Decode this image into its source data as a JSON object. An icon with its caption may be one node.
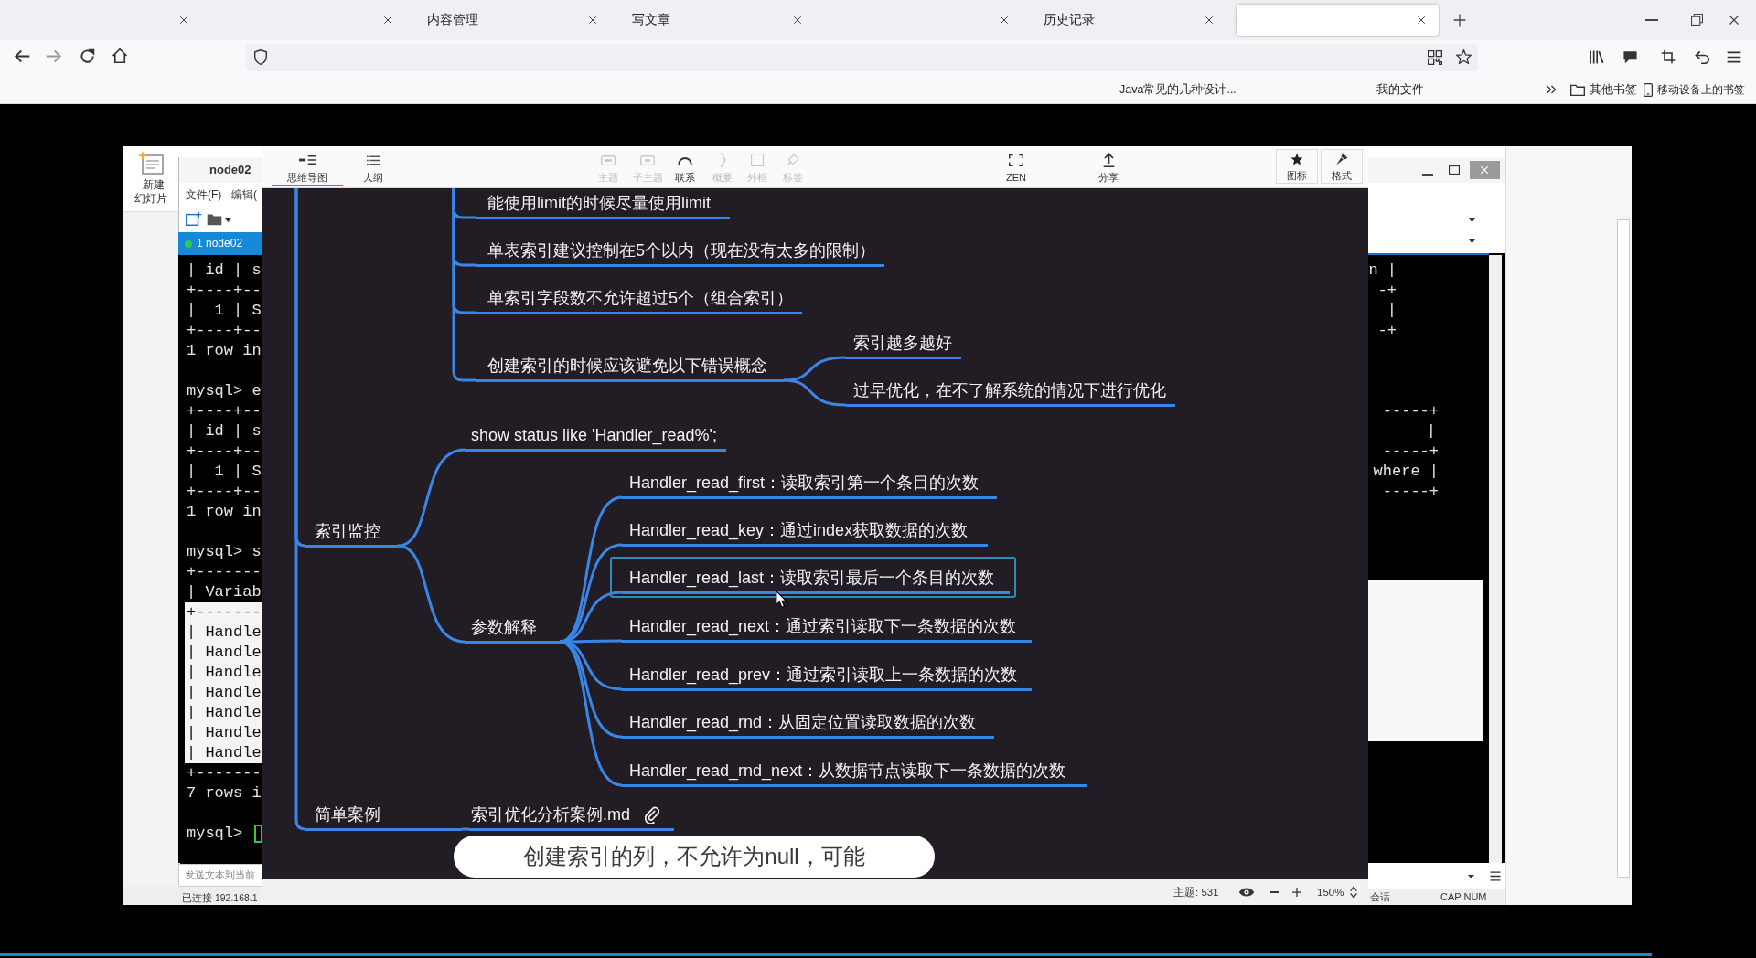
{
  "diagram": {
    "nodes": [
      {
        "text": [
          "能使用limit的时候尽量使用limit"
        ]
      },
      {
        "text": [
          "单表索引建议控制在5个以内（现在没有太多的限制）"
        ]
      },
      {
        "text": [
          "单索引字段数不允许超过5个（组合索引）"
        ]
      },
      {
        "text": [
          "创建索引的时候应该避免以下错误概念"
        ]
      },
      {
        "text": [
          "索引越多越好"
        ]
      },
      {
        "text": [
          "过早优化，在不了解系统的情况下进行优化"
        ]
      },
      {
        "text": [
          "索引监控"
        ]
      },
      {
        "text": [
          "show status like 'Handler_read%';"
        ]
      },
      {
        "text": [
          "参数解释"
        ]
      },
      {
        "text": [
          "Handler_read_first：读取索引第一个条目的次数"
        ]
      },
      {
        "text": [
          "Handler_read_key：通过index获取数据的次数"
        ]
      },
      {
        "text": [
          "Handler_read_last：读取索引最后一个条目的次数"
        ]
      },
      {
        "text": [
          "Handler_read_next：通过索引读取下一条数据的次数"
        ]
      },
      {
        "text": [
          "Handler_read_prev：通过索引读取上一条数据的次数"
        ]
      },
      {
        "text": [
          "Handler_read_rnd：从固定位置读取数据的次数"
        ]
      },
      {
        "text": [
          "Handler_read_rnd_next：从数据节点读取下一条数据的次数"
        ]
      },
      {
        "text": [
          "简单案例"
        ]
      },
      {
        "text": [
          "索引优化分析案例.md"
        ]
      },
      {
        "text": [
          "创建索引的列，不允许为null，可能"
        ]
      }
    ],
    "edges": [
      {
        "from": null,
        "to": 0,
        "arrow": "none"
      },
      {
        "from": null,
        "to": 1,
        "arrow": "none"
      },
      {
        "from": null,
        "to": 2,
        "arrow": "none"
      },
      {
        "from": null,
        "to": 3,
        "arrow": "none"
      },
      {
        "from": 3,
        "to": 4,
        "arrow": "none"
      },
      {
        "from": 3,
        "to": 5,
        "arrow": "none"
      },
      {
        "from": null,
        "to": 6,
        "arrow": "none"
      },
      {
        "from": 6,
        "to": 7,
        "arrow": "none"
      },
      {
        "from": 6,
        "to": 8,
        "arrow": "none"
      },
      {
        "from": 8,
        "to": 9,
        "arrow": "none"
      },
      {
        "from": 8,
        "to": 10,
        "arrow": "none"
      },
      {
        "from": 8,
        "to": 11,
        "arrow": "none"
      },
      {
        "from": 8,
        "to": 12,
        "arrow": "none"
      },
      {
        "from": 8,
        "to": 13,
        "arrow": "none"
      },
      {
        "from": 8,
        "to": 14,
        "arrow": "none"
      },
      {
        "from": 8,
        "to": 15,
        "arrow": "none"
      },
      {
        "from": null,
        "to": 16,
        "arrow": "none"
      },
      {
        "from": 16,
        "to": 17,
        "arrow": "none"
      }
    ],
    "labels": [
      "内容管理",
      "写文章",
      "历史记录",
      "Java常见的几种设计...",
      "我的文件",
      "其他书签",
      "移动设备上的书签",
      "新建幻灯片",
      "node02",
      "文件(F)",
      "编辑(",
      "1 node02",
      "| id | s",
      "+----+--",
      "|  1 | S",
      "+----+--",
      "1 row in",
      "mysql> e",
      "+----+--",
      "| id | s",
      "+----+--",
      "|  1 | S",
      "+----+--",
      "1 row in",
      "mysql> s",
      "+-------",
      "| Variab",
      "+-------",
      "| Handle",
      "| Handle",
      "| Handle",
      "| Handle",
      "| Handle",
      "| Handle",
      "| Handle",
      "+-------",
      "7 rows i",
      "mysql>",
      "思维导图",
      "大纲",
      "主题",
      "子主题",
      "联系",
      "概要",
      "外框",
      "标签",
      "ZEN",
      "分享",
      "图标",
      "格式",
      "n |",
      "-+",
      "|",
      "-+",
      "-----+",
      "|",
      "-----+",
      "where |",
      "-----+",
      "发送文本到当前",
      "已连接 192.168.1",
      "主题: 531",
      "150%",
      "会话",
      "CAP NUM"
    ]
  }
}
